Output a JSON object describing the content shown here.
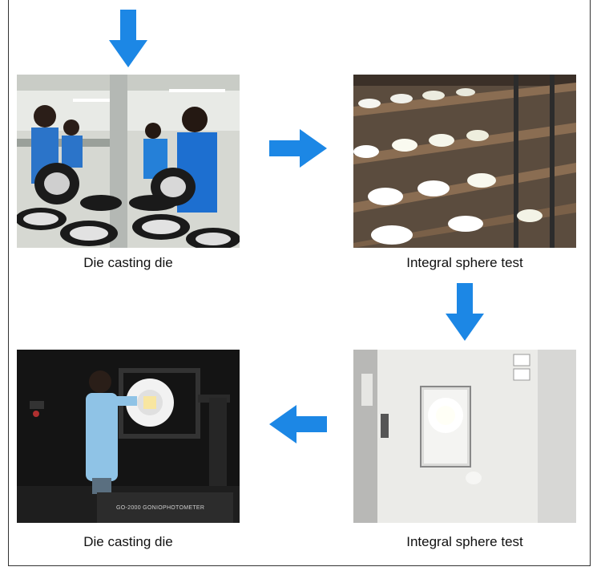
{
  "steps": [
    {
      "caption": "Die casting die"
    },
    {
      "caption": "Integral sphere test"
    },
    {
      "caption": "Integral sphere test"
    },
    {
      "caption": "Die casting die"
    }
  ],
  "photo4_text": {
    "machine_label": "GO-2000 GONIOPHOTOMETER"
  },
  "colors": {
    "arrow": "#1c87e5",
    "frame": "#333333"
  },
  "icons": [
    "arrow-down-icon",
    "arrow-right-icon",
    "arrow-down-icon",
    "arrow-left-icon"
  ]
}
